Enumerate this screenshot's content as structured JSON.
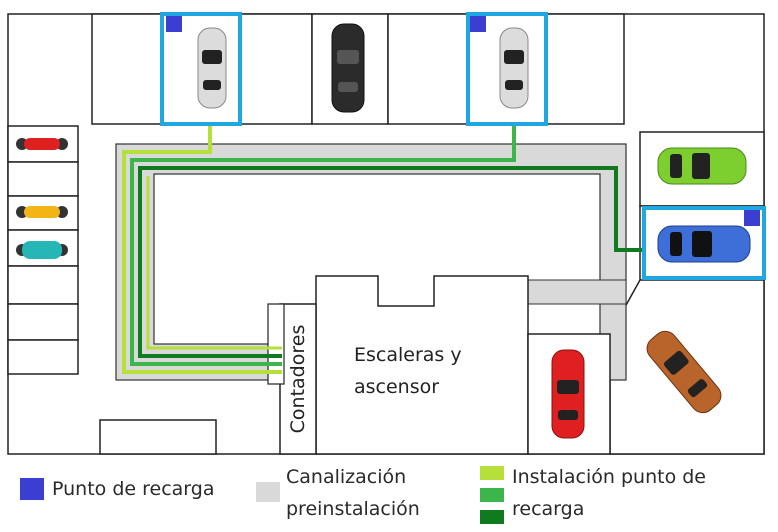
{
  "labels": {
    "meters_room": "Contadores",
    "stairs_line1": "Escaleras y",
    "stairs_line2": "ascensor"
  },
  "legend": {
    "charge_point": "Punto de recarga",
    "preinstall_line1": "Canalización",
    "preinstall_line2": "preinstalación",
    "install_line1": "Instalación punto de",
    "install_line2": "recarga"
  },
  "colors": {
    "charge_point": "#3b3fd1",
    "preinstall": "#d9d9d9",
    "install_light": "#b5e03a",
    "install_mid": "#3cb54a",
    "install_dark": "#0f7a1e",
    "highlight_frame": "#1ea7e0"
  },
  "icons": {
    "car": "car-topdown-icon",
    "motorbike": "motorbike-icon",
    "charger": "charge-point-marker"
  }
}
